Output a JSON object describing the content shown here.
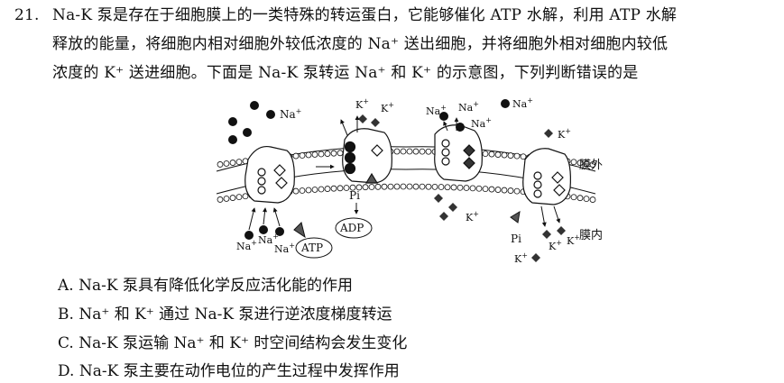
{
  "question": {
    "number": "21.",
    "lines": [
      "Na-K 泵是存在于细胞膜上的一类特殊的转运蛋白，它能够催化 ATP 水解，利用 ATP 水解",
      "释放的能量，将细胞内相对细胞外较低浓度的 Na⁺ 送出细胞，并将细胞外相对细胞内较低",
      "浓度的 K⁺ 送进细胞。下面是 Na-K 泵转运 Na⁺ 和 K⁺ 的示意图，下列判断错误的是"
    ]
  },
  "figure": {
    "outside_label": "膜外",
    "inside_label": "膜内",
    "na": "Na",
    "k": "K",
    "plus": "+",
    "pi": "Pi",
    "atp": "ATP",
    "adp": "ADP"
  },
  "options": [
    {
      "letter": "A.",
      "text": "Na-K 泵具有降低化学反应活化能的作用"
    },
    {
      "letter": "B.",
      "text": "Na⁺ 和 K⁺ 通过 Na-K 泵进行逆浓度梯度转运"
    },
    {
      "letter": "C.",
      "text": "Na-K 泵运输 Na⁺ 和 K⁺ 时空间结构会发生变化"
    },
    {
      "letter": "D.",
      "text": "Na-K 泵主要在动作电位的产生过程中发挥作用"
    }
  ]
}
